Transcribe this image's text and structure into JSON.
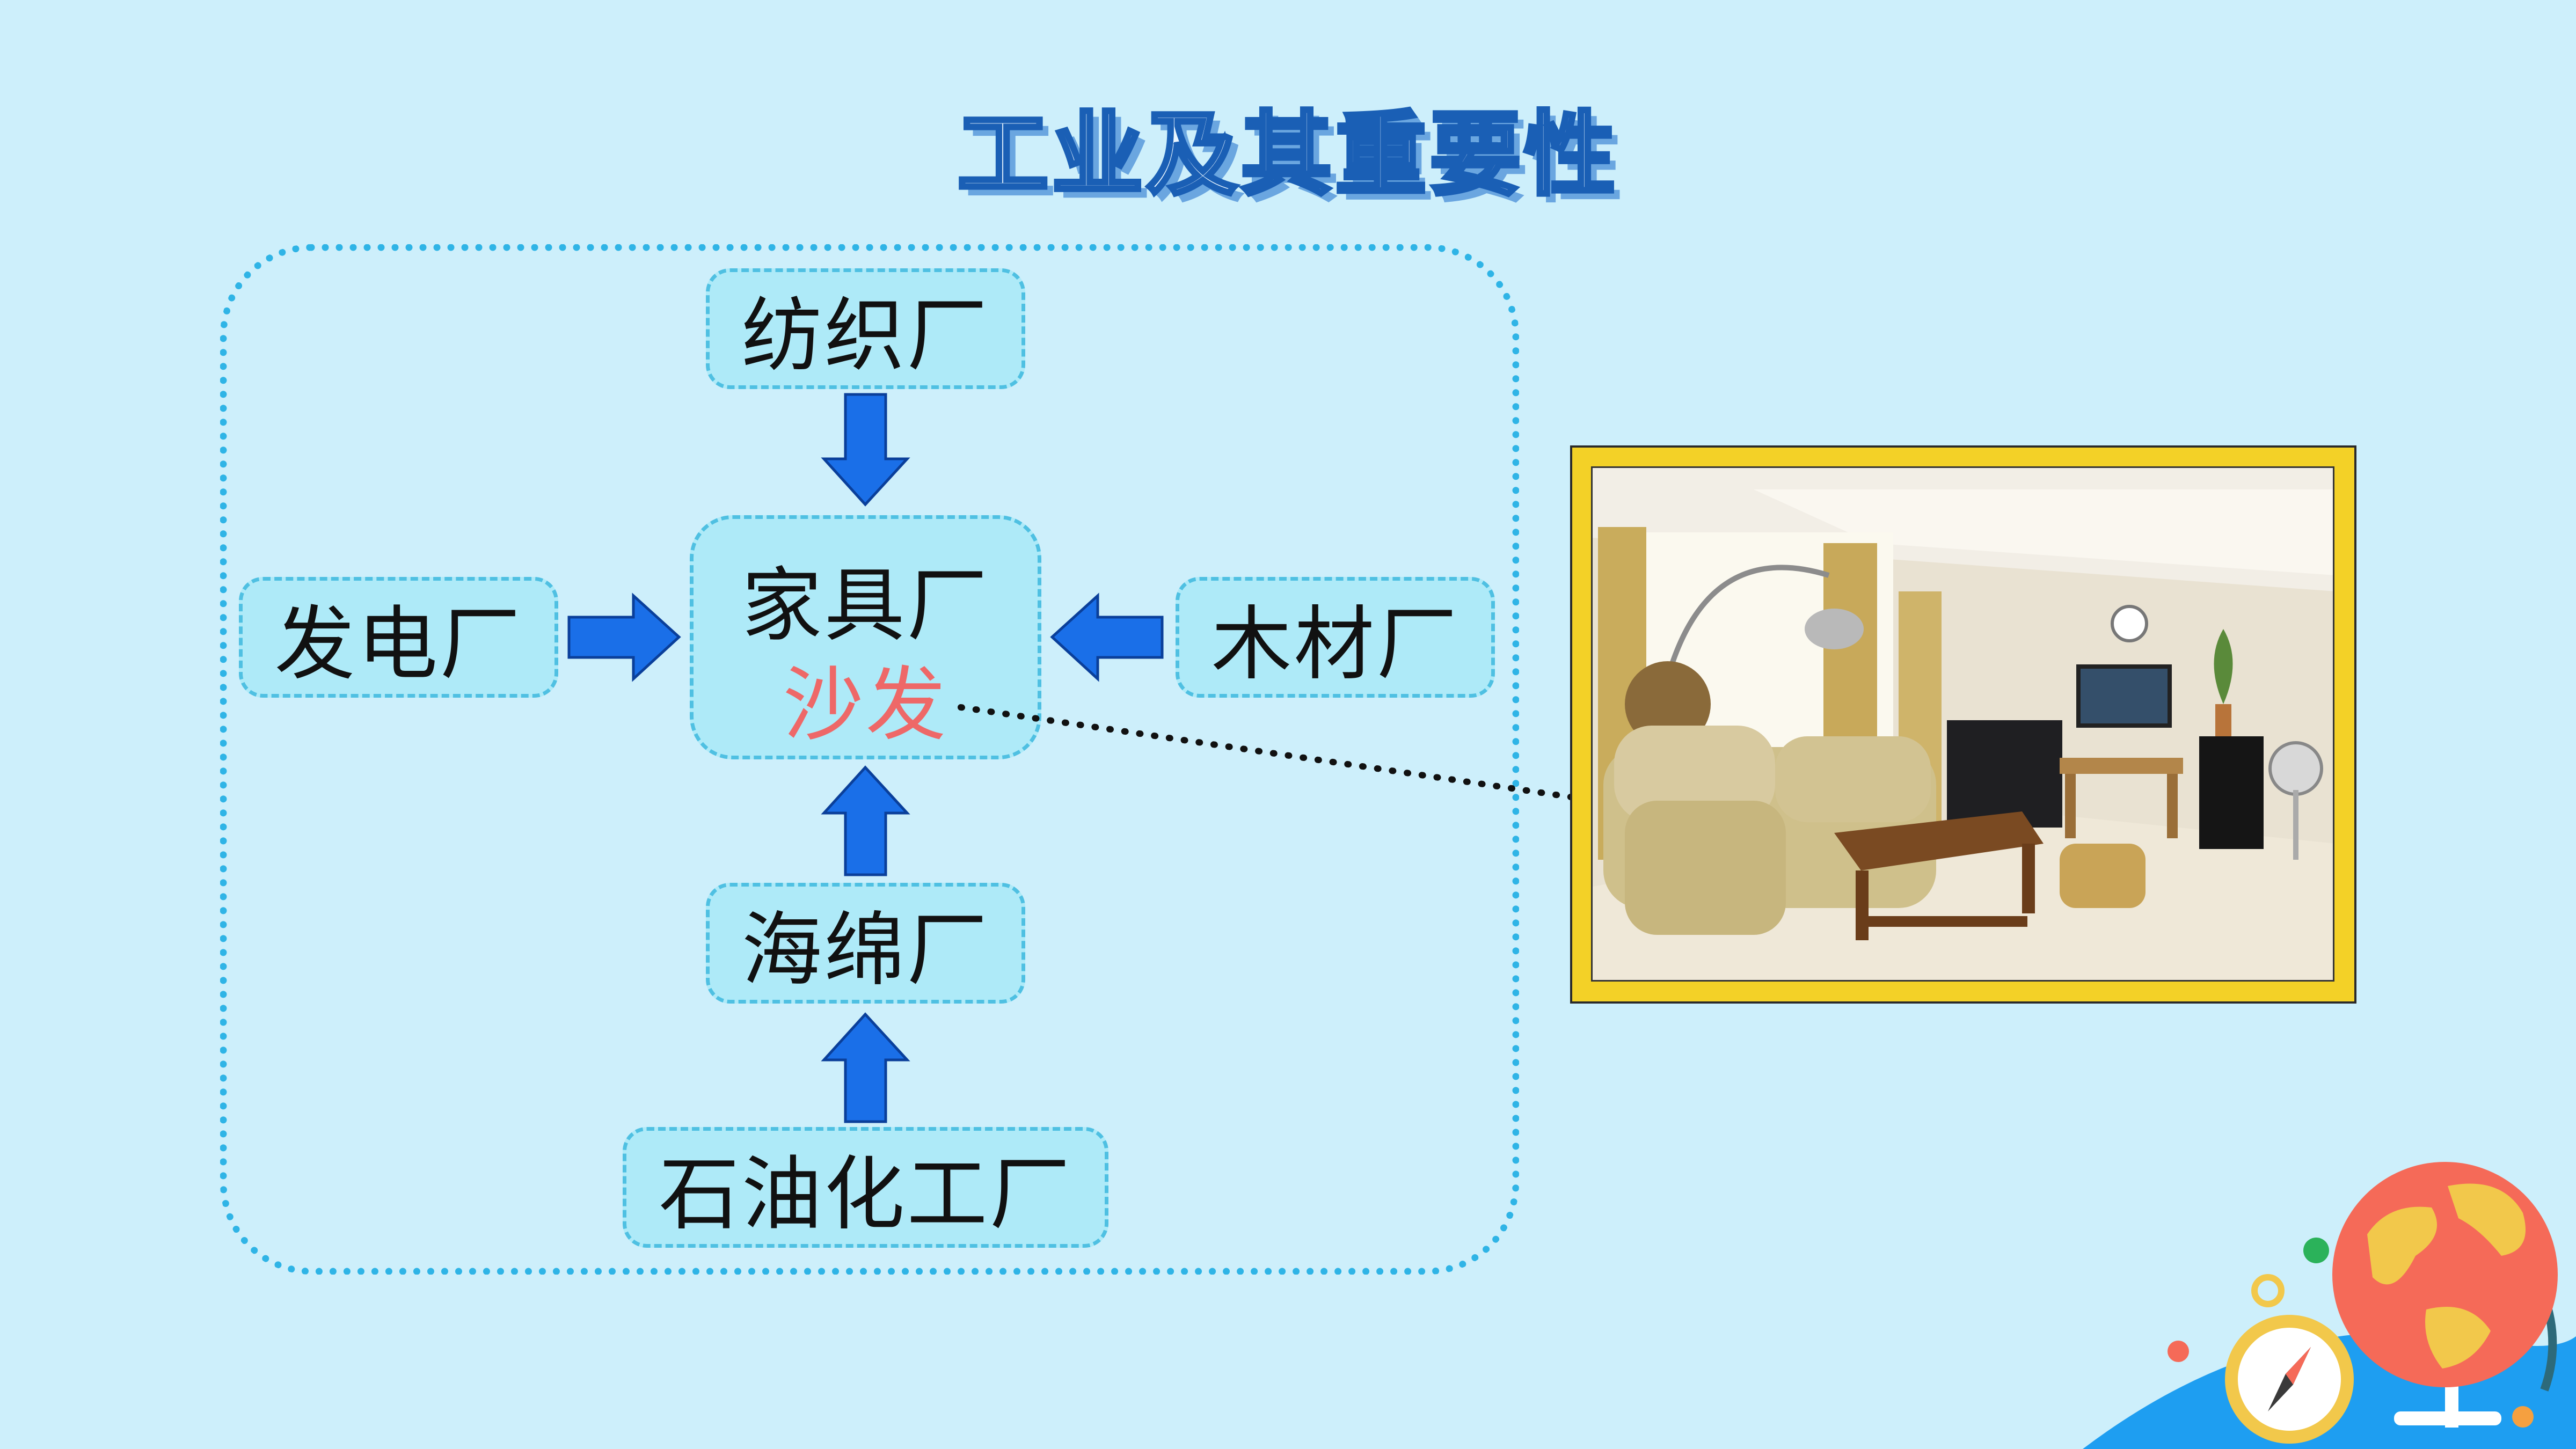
{
  "title": "工业及其重要性",
  "nodes": {
    "textile": "纺织厂",
    "power": "发电厂",
    "furniture": "家具厂",
    "sofa": "沙发",
    "wood": "木材厂",
    "sponge": "海绵厂",
    "petrochemical": "石油化工厂"
  },
  "colors": {
    "background": "#cdeffb",
    "node_fill": "#aeeaf8",
    "arrow": "#1a6fe8",
    "highlight_text": "#ee6868",
    "frame": "#f3d127"
  },
  "icons": [
    "living-room-photo",
    "compass-icon",
    "globe-icon"
  ]
}
